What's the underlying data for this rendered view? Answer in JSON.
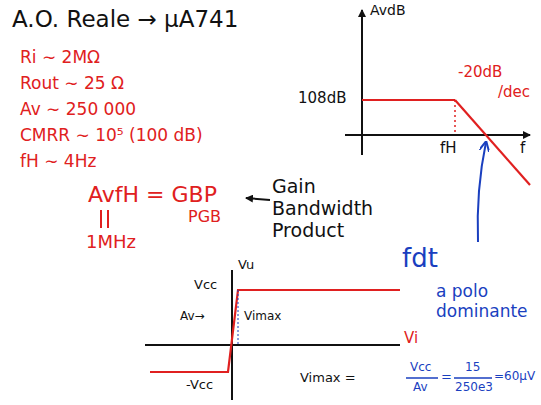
{
  "diagram": {
    "title": "A.O. Reale → µA741",
    "labels": [
      "Ri ∼ 2MΩ",
      "Rout ∼ 25 Ω",
      "Av ∼ 250 000",
      "CMRR ∼ 10⁵ (100 dB)",
      "fH ∼ 4Hz",
      "AvfH = GBP",
      "PGB",
      "1MHz",
      "Gain Bandwidth Product",
      "AvdB",
      "108dB",
      "-20dB",
      "/dec",
      "fH",
      "f",
      "fdt",
      "a polo dominante",
      "Vu",
      "Vcc",
      "-Vcc",
      "Av→",
      "Vimax",
      "Vi",
      "Vimax =",
      "Vcc",
      "Av",
      "=",
      "15",
      "250e3",
      "=60µV"
    ]
  }
}
